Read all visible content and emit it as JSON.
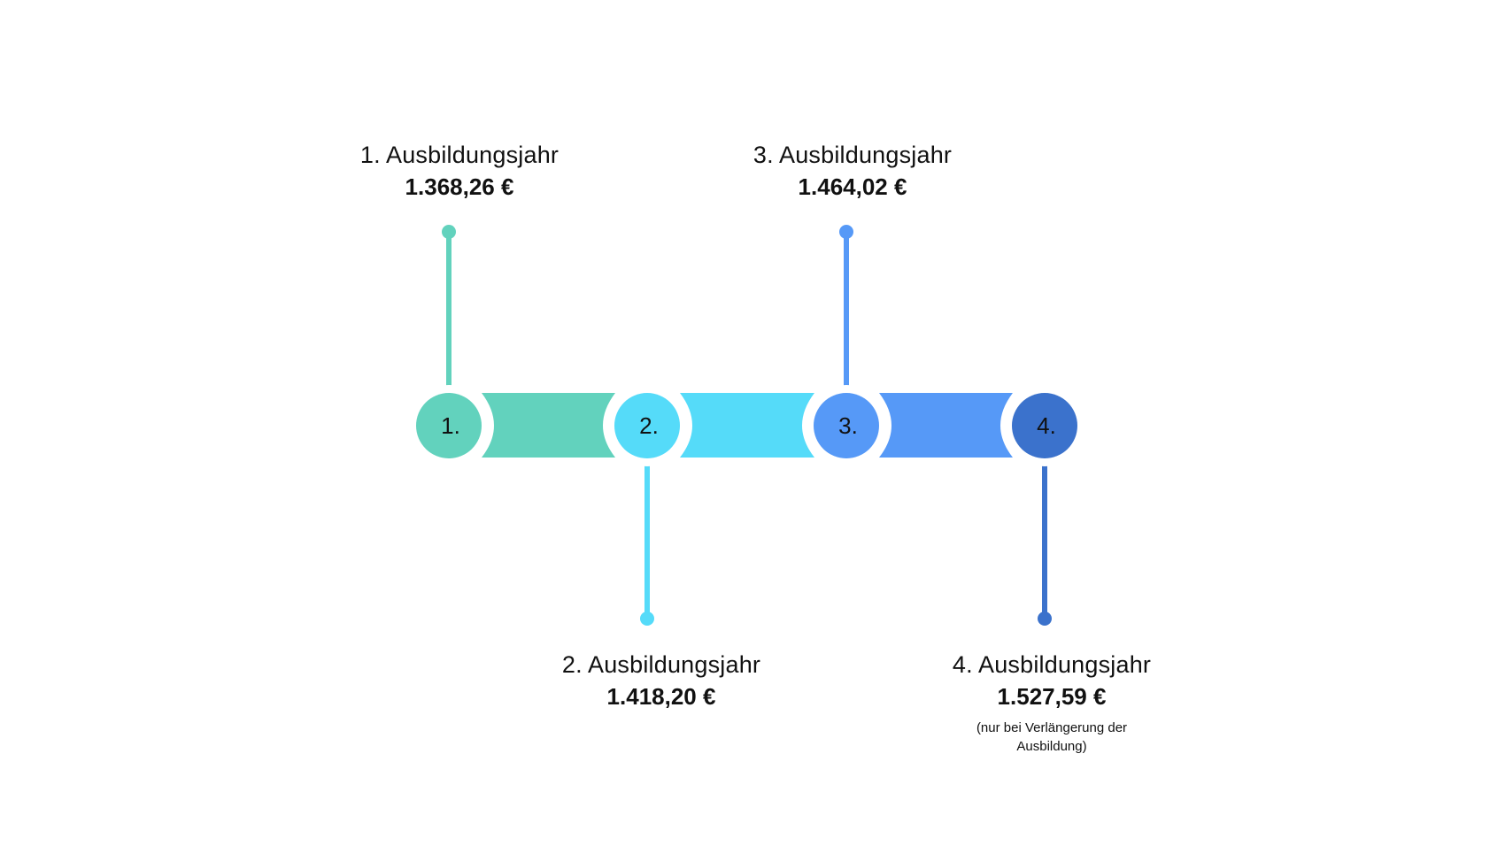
{
  "colors": [
    "#62d2bd",
    "#55dbf9",
    "#5699f7",
    "#3b72cc"
  ],
  "steps": [
    {
      "number": "1.",
      "title": "1. Ausbildungsjahr",
      "value": "1.368,26 €",
      "position": "top"
    },
    {
      "number": "2.",
      "title": "2. Ausbildungsjahr",
      "value": "1.418,20 €",
      "position": "bottom"
    },
    {
      "number": "3.",
      "title": "3. Ausbildungsjahr",
      "value": "1.464,02 €",
      "position": "top"
    },
    {
      "number": "4.",
      "title": "4. Ausbildungsjahr",
      "value": "1.527,59 €",
      "position": "bottom",
      "note": "(nur bei Verlängerung der Ausbildung)"
    }
  ]
}
